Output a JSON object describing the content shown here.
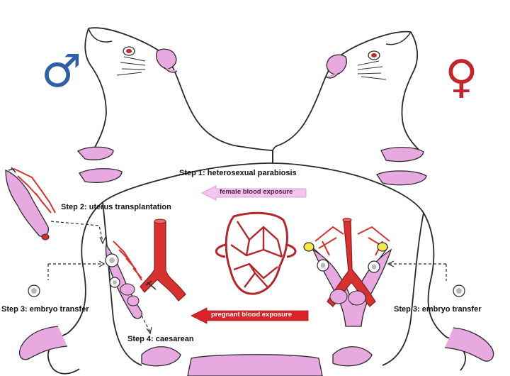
{
  "symbols": {
    "male": "♂",
    "female": "♀",
    "male_color": "#2f5fa8",
    "female_color": "#c0262c"
  },
  "colors": {
    "pink": "#e8a9e0",
    "red": "#d6322f",
    "dark_red": "#8a1c1c",
    "outline": "#2a2a2a",
    "exposure_pink": "#f3c6ee",
    "exposure_red": "#d9252a",
    "embryo_yellow": "#f2e84a"
  },
  "labels": {
    "step1": "Step 1: heterosexual parabiosis",
    "step2": "Step 2: uterus transplantation",
    "step3_left": "Step 3: embryo transfer",
    "step3_right": "Step 3: embryo transfer",
    "step4": "Step 4: caesarean"
  },
  "arrows": {
    "female_blood": "female blood exposure",
    "pregnant_blood": "pregnant blood exposure"
  }
}
